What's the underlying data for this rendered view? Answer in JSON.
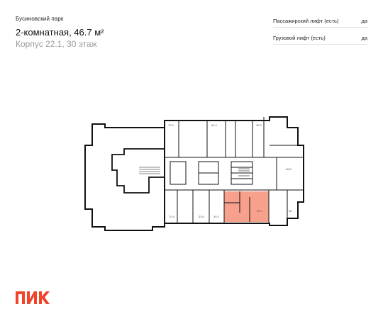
{
  "header": {
    "project": "Бусиновский парк",
    "title": "2-комнатная, 46.7 м²",
    "subtitle": "Корпус 22.1, 30 этаж"
  },
  "specs": [
    {
      "label": "Пассажирский лифт (есть)",
      "value": "да"
    },
    {
      "label": "Грузовой лифт (есть)",
      "value": "да"
    }
  ],
  "plan": {
    "highlight_color": "#f7a08c",
    "wall_color": "#111111",
    "apartment_labels": {
      "a1": "71.5",
      "a2": "54.4",
      "a3": "39.0",
      "a4": "66.5",
      "a5": "70.4",
      "a6": "33.6",
      "a7": "39.3",
      "a8": "46.7",
      "a9": "58"
    }
  },
  "brand": {
    "logo_text": "ПИК",
    "logo_color": "#f0442b"
  }
}
